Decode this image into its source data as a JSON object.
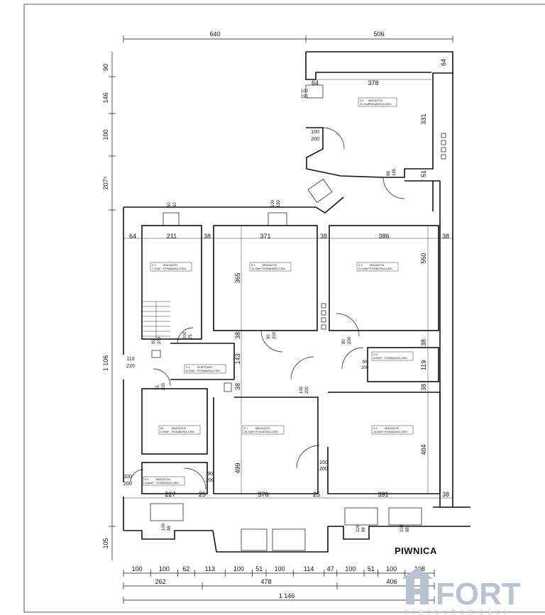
{
  "title": "PIWNICA",
  "logo": {
    "text": "FORT",
    "subtitle": "nieruchomości",
    "color": "#b9c2cf"
  },
  "dims_top": {
    "left": "640",
    "right": "506"
  },
  "dims_left": [
    "90",
    "146",
    "100",
    "207⁵",
    "1 106",
    "105"
  ],
  "dims_bottom_row1": [
    "100",
    "100",
    "62",
    "113",
    "100",
    "51",
    "100",
    "114",
    "47",
    "100",
    "51",
    "100",
    "108"
  ],
  "dims_bottom_row2": [
    "262",
    "478",
    "406"
  ],
  "dims_bottom_total": "1 146",
  "rooms": [
    {
      "id": "r1",
      "num": "0.1",
      "name": "MAGAZYN",
      "area": "22,41m²",
      "floor": "POSADZKA CEM."
    },
    {
      "id": "r2",
      "num": "0.1",
      "name": "MAGAZYN",
      "area": "7,75m²",
      "floor": "POSADZKA CEM."
    },
    {
      "id": "r3",
      "num": "0.2",
      "name": "MAGAZYN",
      "area": "13,28m²",
      "floor": "POSADZKA CEM."
    },
    {
      "id": "r4",
      "num": "0.4",
      "name": "MAGAZYN",
      "area": "21,50m²",
      "floor": "POSADZKA CEM."
    },
    {
      "id": "r5",
      "num": "0.5",
      "name": "",
      "area": "8,00m²",
      "floor": "POSADZKA CEM."
    },
    {
      "id": "r6",
      "num": "0.4",
      "name": "KORYTARZ",
      "area": "8,63m²",
      "floor": "POSADZKA CEM."
    },
    {
      "id": "r7",
      "num": "08",
      "name": "MAGAZYN",
      "area": "4,50m²",
      "floor": "POSADZKA CEM."
    },
    {
      "id": "r8",
      "num": "0.7",
      "name": "MAGAZYN",
      "area": "18,76m²",
      "floor": "POSADZKA CEM."
    },
    {
      "id": "r9",
      "num": "0.6",
      "name": "MAGAZYN",
      "area": "15,80m²",
      "floor": "POSADZKA CEM."
    },
    {
      "id": "r10",
      "num": "0.9",
      "name": "MAGAZYN",
      "area": "3,66m²",
      "floor": "POSADZKA CEM."
    }
  ],
  "inner_dims": {
    "top_right_width": "378",
    "top_right_wall": "64",
    "top_right_height": "331",
    "top_right_51": "51",
    "row_widths": [
      "64",
      "211",
      "38",
      "371",
      "38",
      "386",
      "38"
    ],
    "h365": "365",
    "h550": "550",
    "h143": "143",
    "h119": "119",
    "h38a": "38",
    "h38b": "38",
    "h38c": "38",
    "h38d": "38",
    "h404": "404",
    "h499": "499",
    "bottom_widths": [
      "227",
      "25",
      "376",
      "25",
      "391",
      "38"
    ],
    "w50_60": [
      "50",
      "60"
    ],
    "w100_150": [
      "100",
      "150"
    ],
    "door_90_200": [
      "90",
      "200"
    ],
    "door_100_200": [
      "100",
      "200"
    ],
    "door_110_220": [
      "110",
      "220"
    ],
    "door_75_200": [
      "75",
      "200"
    ],
    "d200_75": [
      "200",
      "75"
    ],
    "d86_185": [
      "86",
      "185"
    ],
    "d100_150": [
      "100",
      "150"
    ],
    "w100_88": [
      "100",
      "88"
    ]
  }
}
